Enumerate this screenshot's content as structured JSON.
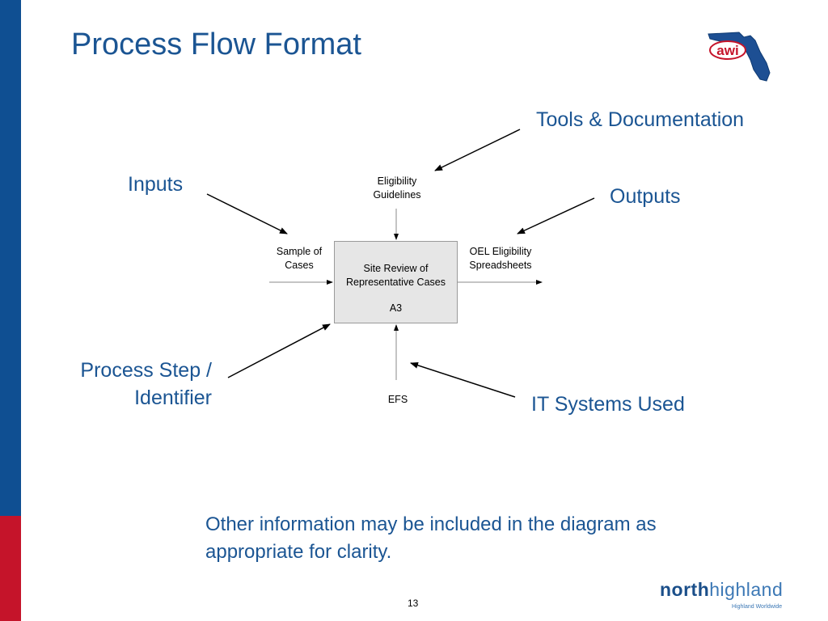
{
  "slide": {
    "title": "Process Flow Format",
    "page_number": "13"
  },
  "callouts": {
    "tools": "Tools & Documentation",
    "inputs": "Inputs",
    "outputs": "Outputs",
    "process_step_line1": "Process Step /",
    "process_step_line2": "Identifier",
    "it_systems": "IT Systems Used"
  },
  "diagram": {
    "control_line1": "Eligibility",
    "control_line2": "Guidelines",
    "input_line1": "Sample of",
    "input_line2": "Cases",
    "output_line1": "OEL Eligibility",
    "output_line2": "Spreadsheets",
    "process_line1": "Site Review of",
    "process_line2": "Representative Cases",
    "process_id": "A3",
    "mechanism": "EFS"
  },
  "note": "Other information may be included in the diagram as appropriate for clarity.",
  "logos": {
    "awi_text": "awi",
    "northhighland_part1": "north",
    "northhighland_part2": "highland",
    "northhighland_tagline": "Highland Worldwide"
  },
  "colors": {
    "title_blue": "#1b5593",
    "sidebar_blue": "#0f4f92",
    "sidebar_red": "#c5142a",
    "box_fill": "#e6e6e6"
  }
}
